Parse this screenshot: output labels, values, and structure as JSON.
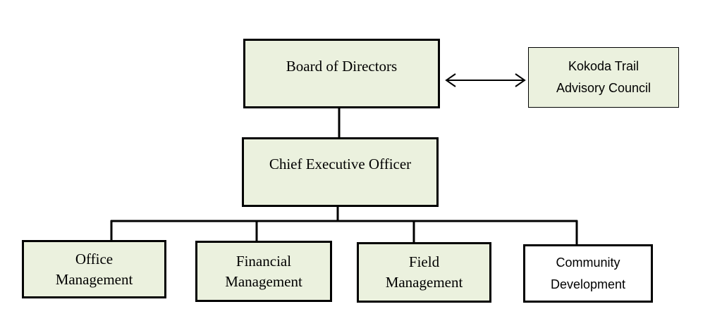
{
  "diagram": {
    "board": {
      "label": "Board of Directors"
    },
    "advisory": {
      "lines": [
        "Kokoda Trail",
        "Advisory Council"
      ]
    },
    "ceo": {
      "label": "Chief Executive Officer"
    },
    "departments": [
      {
        "lines": [
          "Office",
          "Management"
        ]
      },
      {
        "lines": [
          "Financial",
          "Management"
        ]
      },
      {
        "lines": [
          "Field",
          "Management"
        ]
      },
      {
        "lines": [
          "Community",
          "Development"
        ]
      }
    ]
  },
  "colors": {
    "box_fill": "#ebf1de",
    "border": "#000000",
    "community_fill": "#ffffff"
  }
}
